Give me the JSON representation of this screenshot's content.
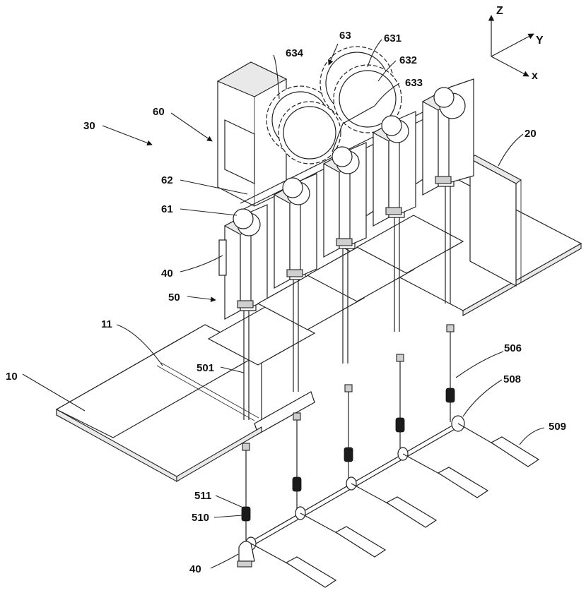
{
  "axes": {
    "z": "Z",
    "y": "Y",
    "x": "x"
  },
  "labels": {
    "l634": "634",
    "l63": "63",
    "l631": "631",
    "l632": "632",
    "l633": "633",
    "l60": "60",
    "l30": "30",
    "l20": "20",
    "l62": "62",
    "l61": "61",
    "l40a": "40",
    "l50": "50",
    "l11": "11",
    "l10": "10",
    "l501": "501",
    "l506": "506",
    "l508": "508",
    "l509": "509",
    "l511": "511",
    "l510": "510",
    "l40b": "40"
  }
}
